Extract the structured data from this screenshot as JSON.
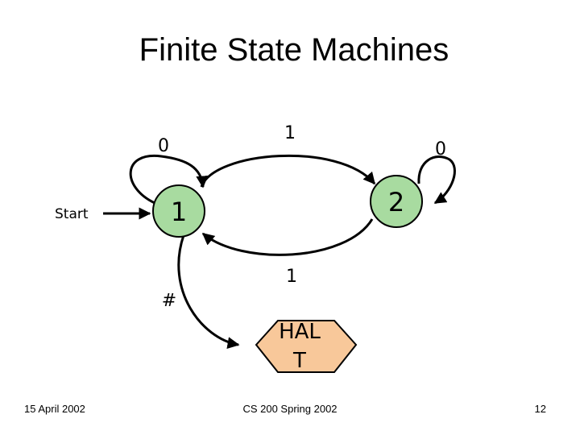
{
  "slide": {
    "title": "Finite State Machines",
    "footer": {
      "date": "15 April 2002",
      "course": "CS 200 Spring 2002",
      "page": "12"
    }
  },
  "diagram": {
    "start_label": "Start",
    "states": [
      {
        "id": "1",
        "label": "1",
        "fill": "#a8dba0"
      },
      {
        "id": "2",
        "label": "2",
        "fill": "#a8dba0"
      }
    ],
    "halt": {
      "line1": "HAL",
      "line2": "T",
      "fill": "#f8c89a"
    },
    "transitions": [
      {
        "from": "1",
        "to": "1",
        "label": "0"
      },
      {
        "from": "1",
        "to": "2",
        "label": "1"
      },
      {
        "from": "2",
        "to": "2",
        "label": "0"
      },
      {
        "from": "2",
        "to": "1",
        "label": "1"
      },
      {
        "from": "1",
        "to": "HALT",
        "label": "#"
      }
    ]
  }
}
